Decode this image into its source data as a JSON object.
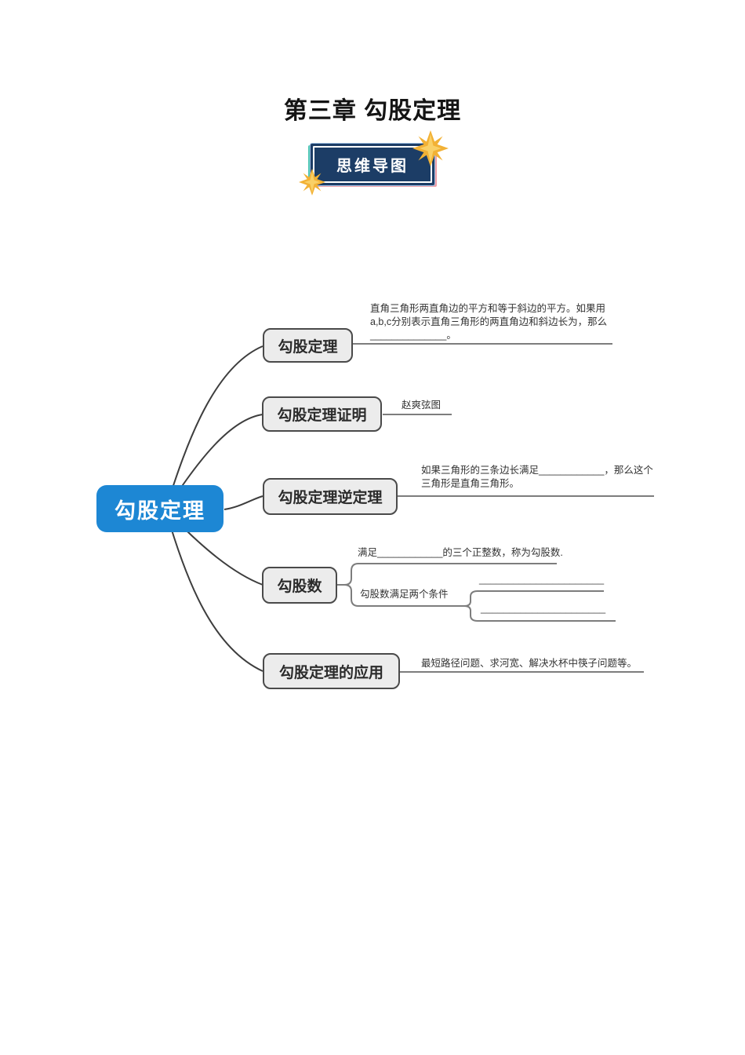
{
  "title": "第三章 勾股定理",
  "banner": {
    "label": "思维导图"
  },
  "mindmap": {
    "root": {
      "label": "勾股定理"
    },
    "branches": [
      {
        "label": "勾股定理",
        "note": "直角三角形两直角边的平方和等于斜边的平方。如果用a,b,c分别表示直角三角形的两直角边和斜边长为，那么______________。"
      },
      {
        "label": "勾股定理证明",
        "note": "赵爽弦图"
      },
      {
        "label": "勾股定理逆定理",
        "note": "如果三角形的三条边长满足____________，那么这个三角形是直角三角形。"
      },
      {
        "label": "勾股数",
        "children": [
          {
            "note": "满足____________的三个正整数，称为勾股数."
          },
          {
            "note": "勾股数满足两个条件",
            "blanks": [
              "______________________",
              "______________________"
            ]
          }
        ]
      },
      {
        "label": "勾股定理的应用",
        "note": "最短路径问题、求河宽、解决水杯中筷子问题等。"
      }
    ]
  },
  "colors": {
    "root_bg": "#1d87d4",
    "node_bg": "#ececec",
    "node_border": "#4a4a4a",
    "connector": "#3d3d3d",
    "underline": "#7d7d7d",
    "banner_bg": "#1c3d66",
    "star_gold": "#f2b135"
  }
}
